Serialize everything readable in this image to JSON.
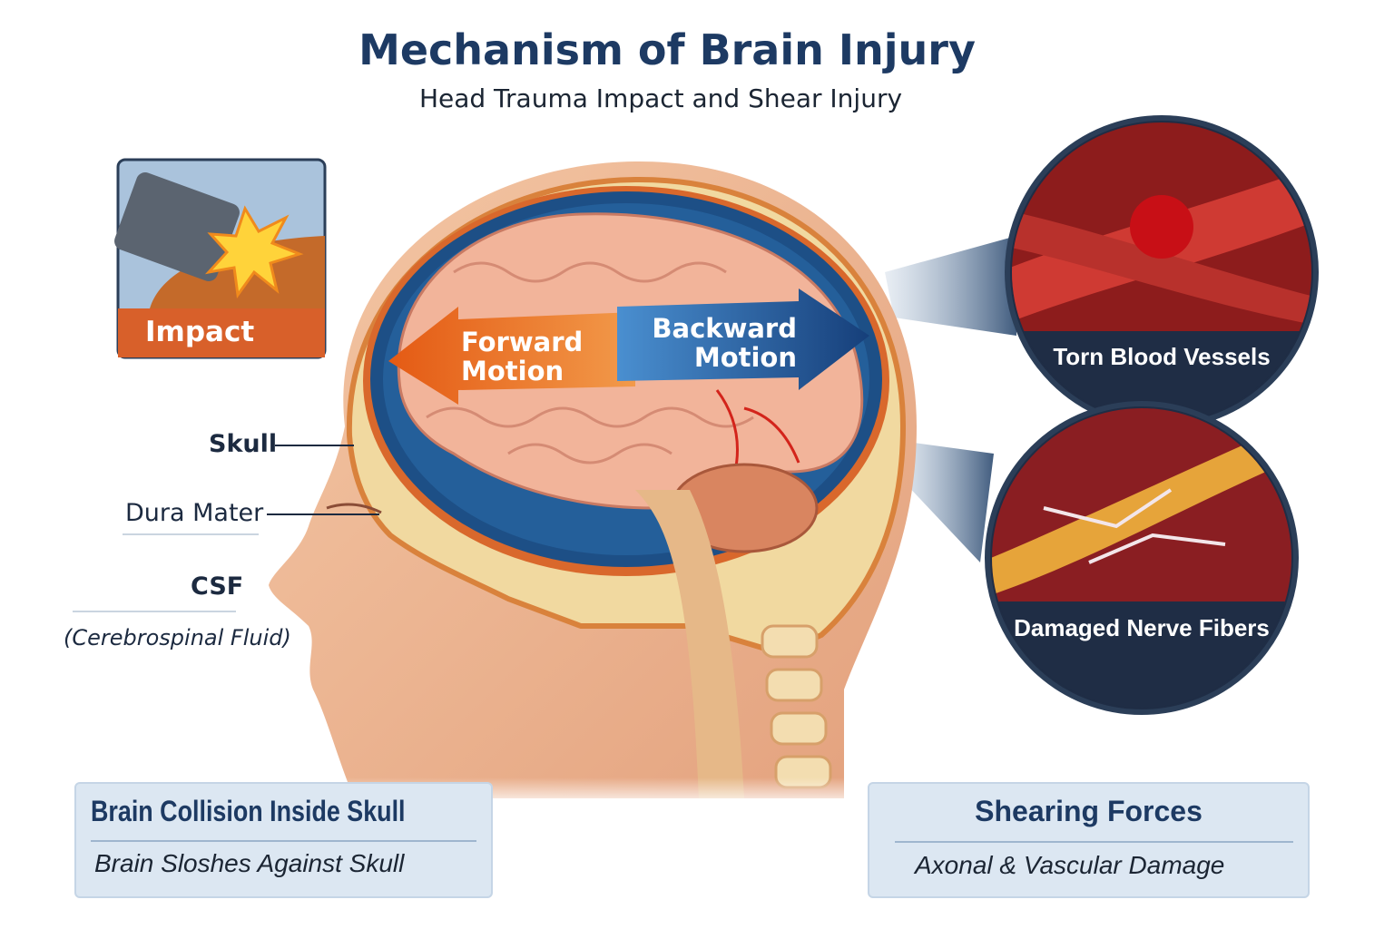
{
  "header": {
    "title": "Mechanism of Brain Injury",
    "subtitle": "Head Trauma Impact and Shear Injury"
  },
  "impact_panel": {
    "label": "Impact"
  },
  "arrows": {
    "forward": {
      "line1": "Forward",
      "line2": "Motion"
    },
    "backward": {
      "line1": "Backward",
      "line2": "Motion"
    }
  },
  "anatomy_labels": {
    "skull": "Skull",
    "dura": "Dura Mater",
    "csf": "CSF",
    "csf_full": "(Cerebrospinal Fluid)"
  },
  "insets": [
    {
      "label": "Torn Blood Vessels"
    },
    {
      "label": "Damaged Nerve Fibers"
    }
  ],
  "info_boxes": [
    {
      "heading": "Brain Collision Inside Skull",
      "detail": "Brain Sloshes Against Skull"
    },
    {
      "heading": "Shearing Forces",
      "detail": "Axonal & Vascular Damage"
    }
  ],
  "colors": {
    "navy": "#1d3a63",
    "orange": "#e0621f",
    "blue": "#1f5fa8",
    "csf": "#1d4f86",
    "brain": "#f2b49a"
  }
}
